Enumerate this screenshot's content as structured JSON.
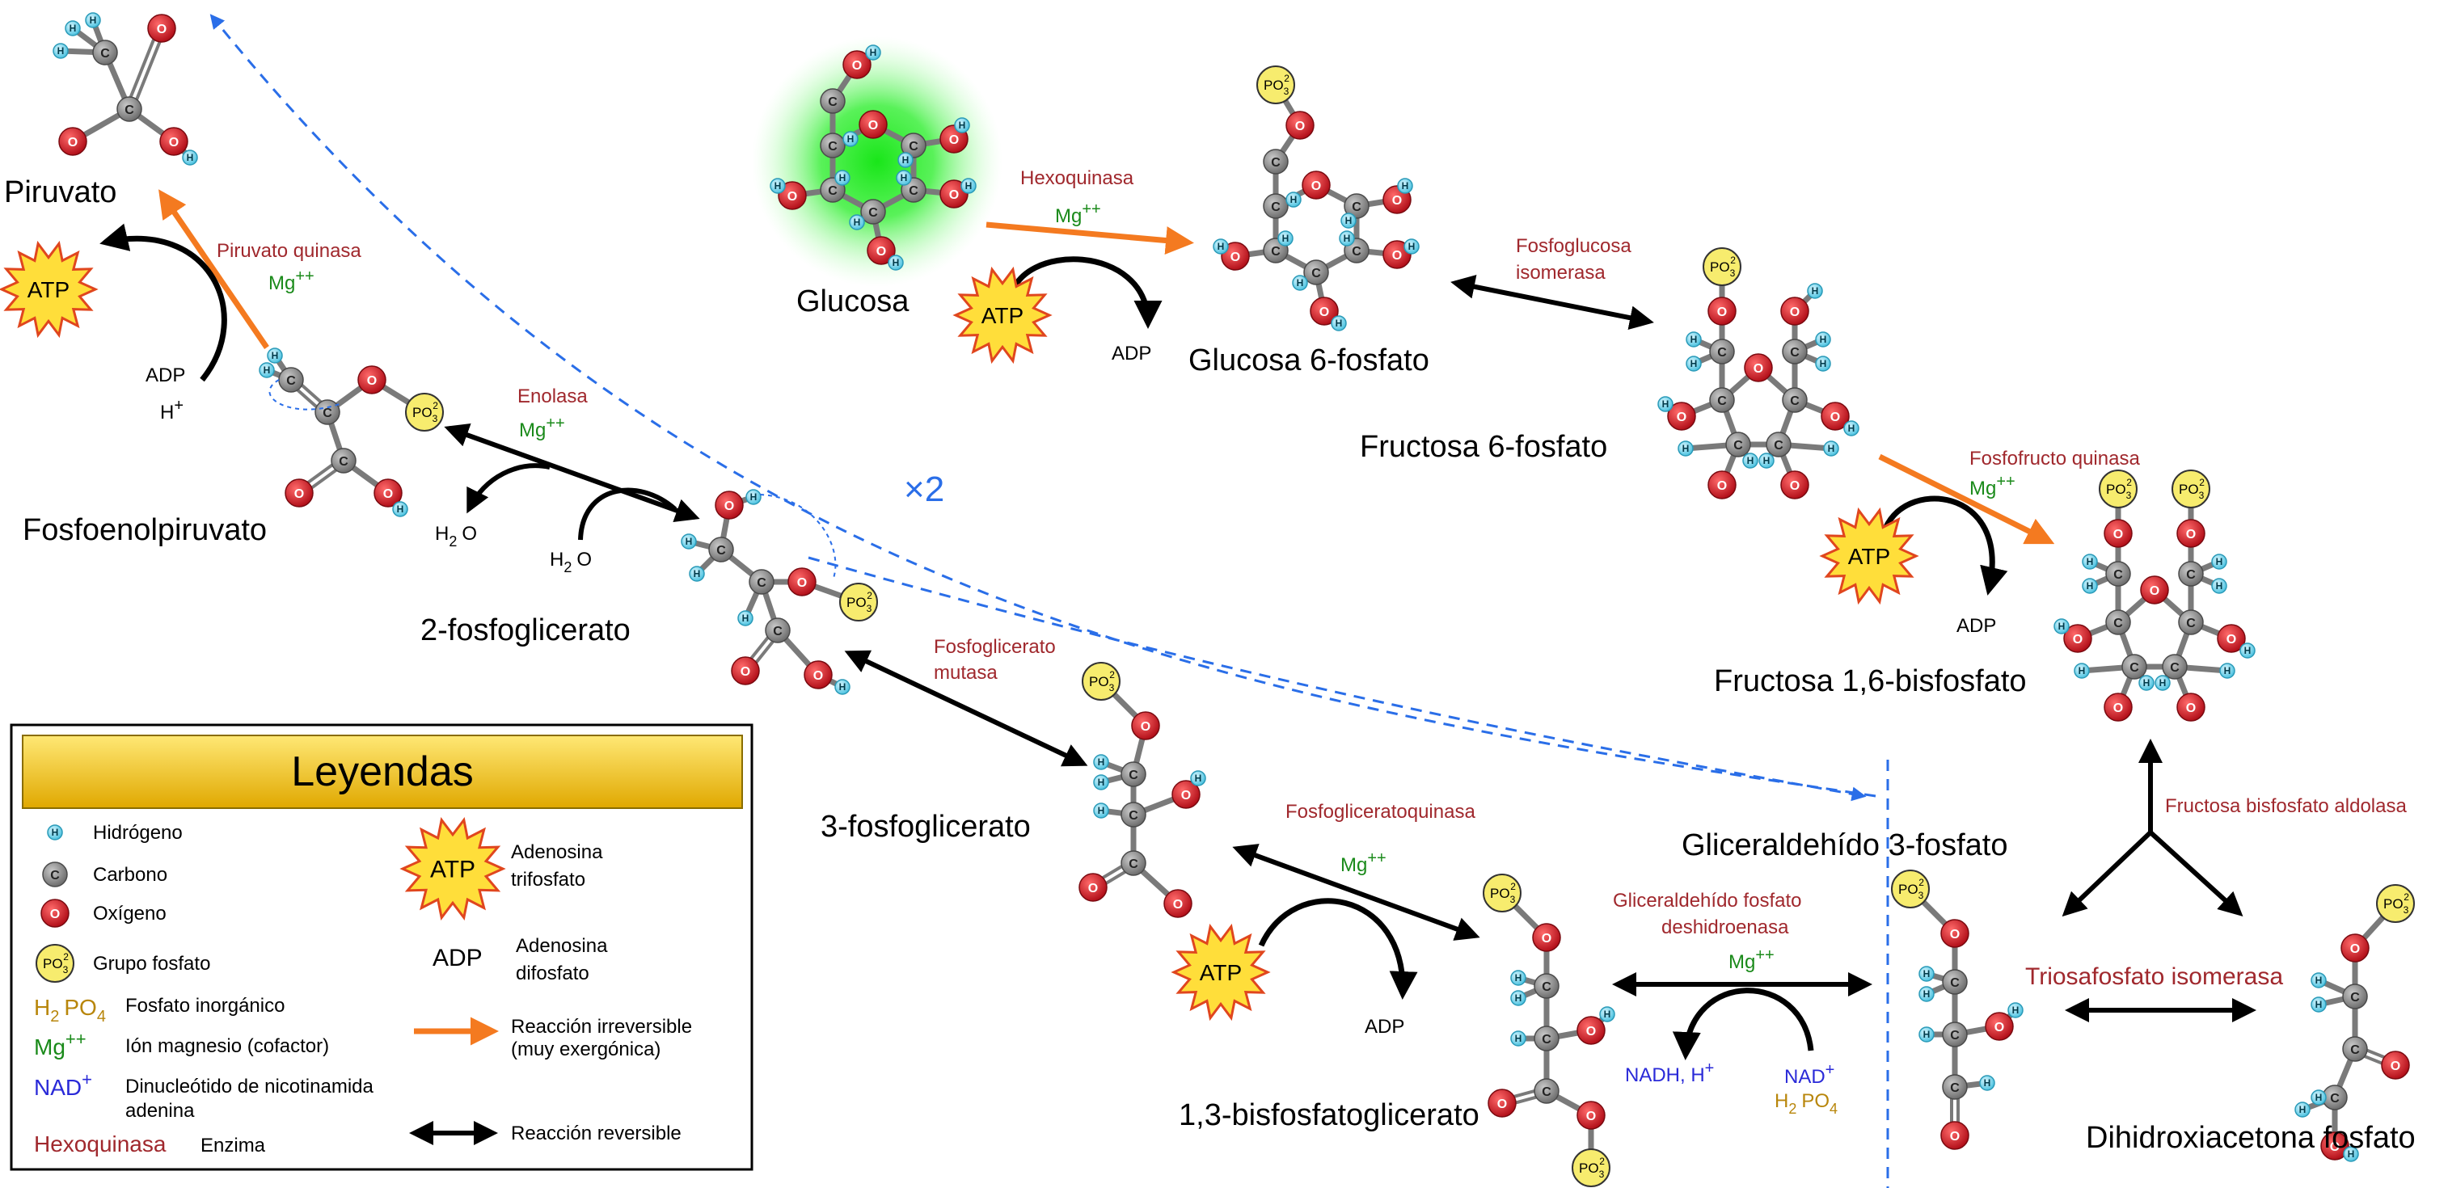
{
  "molecules": {
    "glucose": "Glucosa",
    "g6p": "Glucosa 6-fosfato",
    "f6p": "Fructosa 6-fosfato",
    "f16bp": "Fructosa 1,6-bisfosfato",
    "g3p": "Gliceraldehído 3-fosfato",
    "dhap": "Dihidroxiacetona fosfato",
    "bpg13": "1,3-bisfosfatoglicerato",
    "pg3": "3-fosfoglicerato",
    "pg2": "2-fosfoglicerato",
    "pep": "Fosfoenolpiruvato",
    "pyruvate": "Piruvato"
  },
  "enzymes": {
    "hexokinase": "Hexoquinasa",
    "pgi_1": "Fosfoglucosa",
    "pgi_2": "isomerasa",
    "pfk": "Fosfofructo quinasa",
    "aldolase": "Fructosa bisfosfato aldolasa",
    "tpi": "Triosafosfato isomerasa",
    "gapdh_1": "Gliceraldehído fosfato",
    "gapdh_2": "deshidroenasa",
    "pgk": "Fosfogliceratoquinasa",
    "pgm_1": "Fosfoglicerato",
    "pgm_2": "mutasa",
    "enolase": "Enolasa",
    "pk": "Piruvato quinasa"
  },
  "cofactors": {
    "mg": "Mg",
    "mg_sup": "++",
    "atp": "ATP",
    "adp": "ADP",
    "h2o_h": "H",
    "h2o_sub": "2",
    "h2o_o": "O",
    "adp_h": "H",
    "adp_h_sup": "+",
    "nadh": "NADH, H",
    "nadh_sup": "+",
    "nad": "NAD",
    "nad_sup": "+",
    "pi_h": "H",
    "pi_sub": "2",
    "pi_po": "PO",
    "pi_sub2": "4"
  },
  "atoms": {
    "hydrogen": "H",
    "carbon": "C",
    "oxygen": "O",
    "phosphate_main": "PO",
    "phosphate_sub": "3",
    "phosphate_sup": "2"
  },
  "multiplier": "×2",
  "legend": {
    "title": "Leyendas",
    "hydrogen": "Hidrógeno",
    "carbon": "Carbono",
    "oxygen": "Oxígeno",
    "phosphate": "Grupo fosfato",
    "pi_symbol_h": "H",
    "pi_symbol_sub": "2",
    "pi_symbol_po": "PO",
    "pi_symbol_sub2": "4",
    "pi_label": "Fosfato inorgánico",
    "mg_symbol": "Mg",
    "mg_sup": "++",
    "mg_label": "Ión magnesio (cofactor)",
    "nad_symbol": "NAD",
    "nad_sup": "+",
    "nad_label_1": "Dinucleótido de nicotinamida",
    "nad_label_2": "adenina",
    "enzyme_symbol": "Hexoquinasa",
    "enzyme_label": "Enzima",
    "atp_symbol": "ATP",
    "atp_label_1": "Adenosina",
    "atp_label_2": "trifosfato",
    "adp_symbol": "ADP",
    "adp_label_1": "Adenosina",
    "adp_label_2": "difosfato",
    "irreversible_1": "Reacción irreversible",
    "irreversible_2": "(muy exergónica)",
    "reversible": "Reacción reversible"
  },
  "colors": {
    "hydrogen": "#7fd7ea",
    "carbon": "#8c8c8c",
    "oxygen": "#c8141e",
    "phosphate": "#f7ec6e",
    "irreversible": "#f47a20",
    "enzyme": "#a0282d",
    "magnesium": "#1a8a1a",
    "nad": "#2a2ad8",
    "pi": "#b8860b",
    "dashed": "#2a6ee8",
    "atp_fill": "#ffde3a",
    "atp_stroke": "#e0461e",
    "glow": "#19e619"
  }
}
